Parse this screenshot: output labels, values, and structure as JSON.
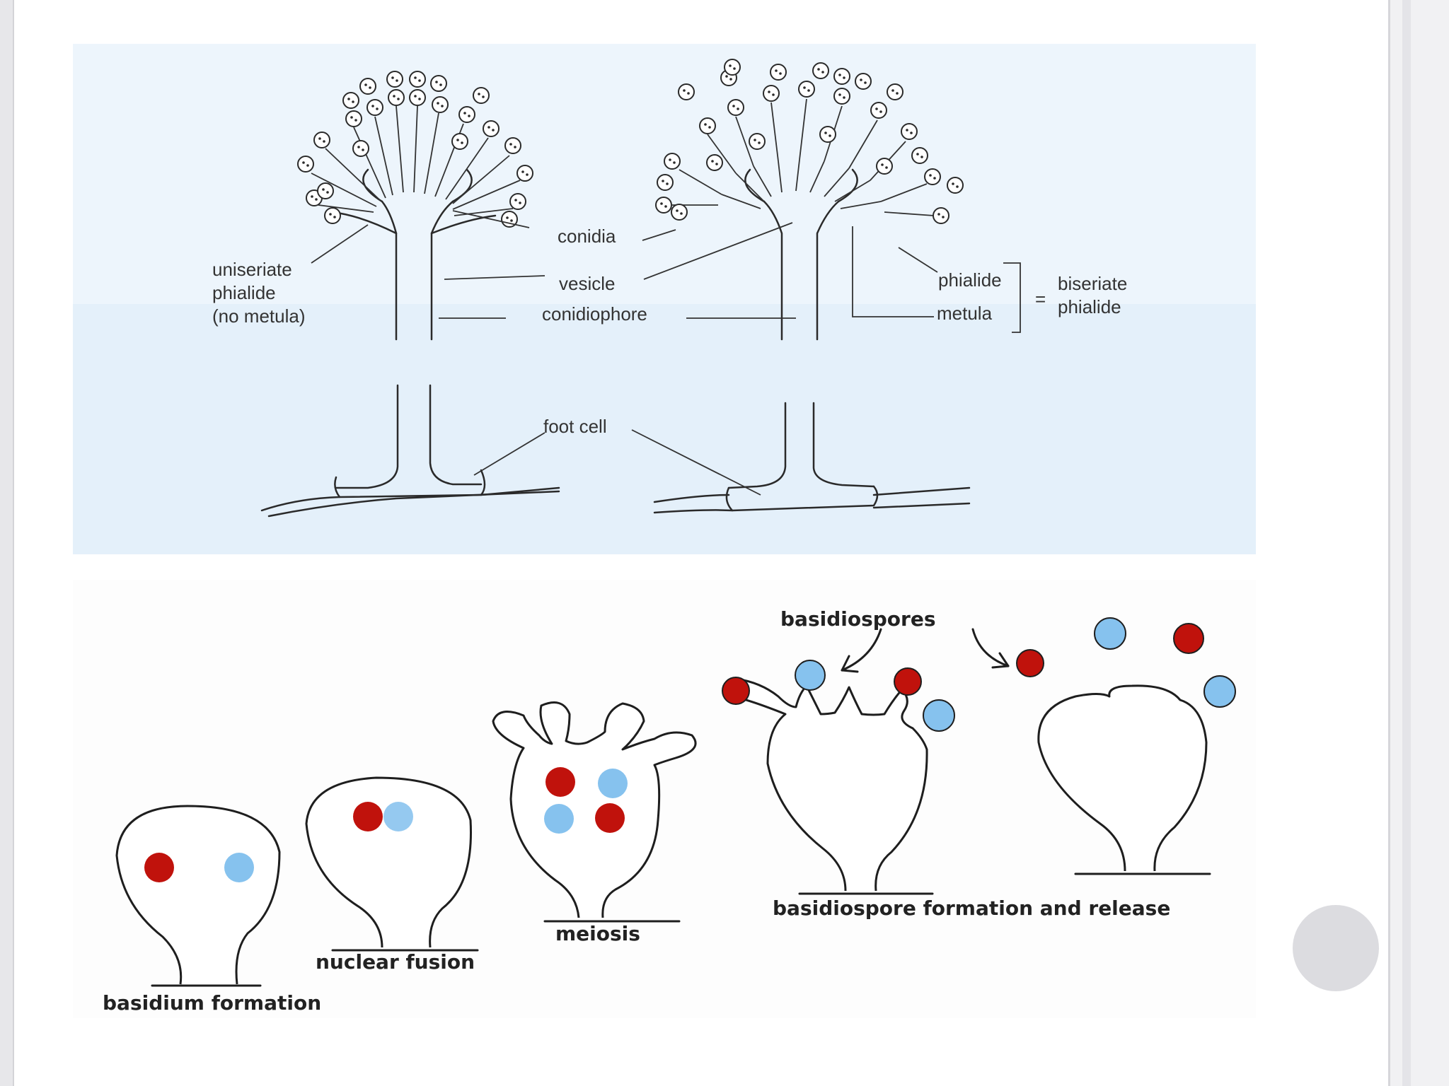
{
  "colors": {
    "line": "#2a2a2a",
    "nucleus_red": "#c0120c",
    "nucleus_blue": "#86c2ee",
    "panel_top": "#edf5fc",
    "nav_circle": "#dcdce0"
  },
  "aspergillus": {
    "labels": {
      "conidia": "conidia",
      "vesicle": "vesicle",
      "conidiophore": "conidiophore",
      "foot_cell": "foot cell",
      "uniseriate_1": "uniseriate",
      "uniseriate_2": "phialide",
      "uniseriate_3": "(no metula)",
      "phialide": "phialide",
      "metula": "metula",
      "equals": "=",
      "biseriate_1": "biseriate",
      "biseriate_2": "phialide"
    }
  },
  "basidium": {
    "labels": {
      "basidiospores": "basidiospores",
      "stage1": "basidium formation",
      "stage2": "nuclear fusion",
      "stage3": "meiosis",
      "stage4": "basidiospore formation and release"
    }
  }
}
